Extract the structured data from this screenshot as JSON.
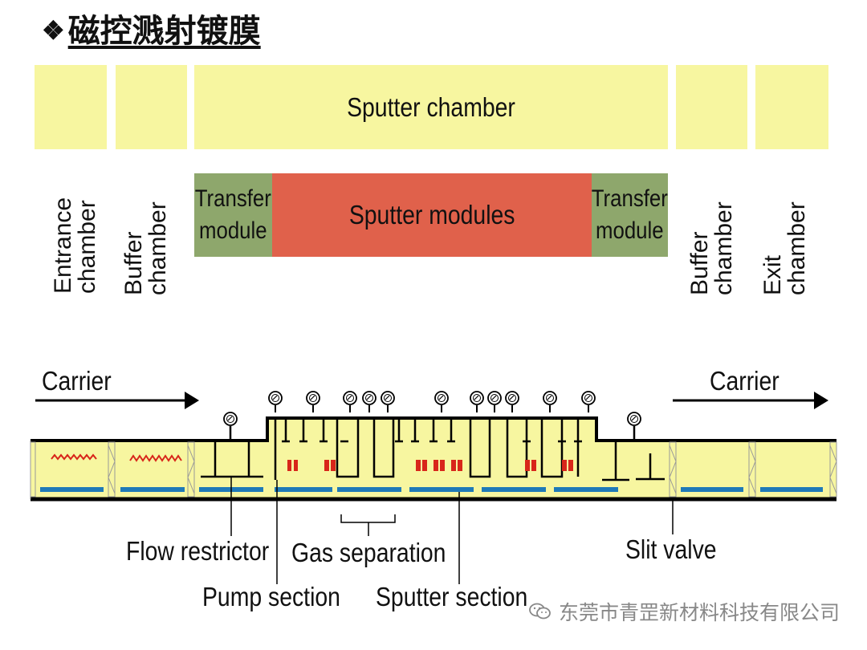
{
  "title": {
    "bullet": "❖",
    "text": "磁控溅射镀膜"
  },
  "top_diagram": {
    "sputter_chamber": "Sputter chamber",
    "transfer_module_left": [
      "Transfer",
      "module"
    ],
    "sputter_modules": "Sputter modules",
    "transfer_module_right": [
      "Transfer",
      "module"
    ],
    "side_labels": [
      {
        "line1": "Entrance",
        "line2": "chamber"
      },
      {
        "line1": "Buffer",
        "line2": "chamber"
      },
      {
        "line1": "Buffer",
        "line2": "chamber"
      },
      {
        "line1": "Exit",
        "line2": "chamber"
      }
    ]
  },
  "bottom_diagram": {
    "carrier_left": "Carrier",
    "carrier_right": "Carrier",
    "labels": {
      "flow_restrictor": "Flow restrictor",
      "gas_separation": "Gas separation",
      "slit_valve": "Slit valve",
      "pump_section": "Pump section",
      "sputter_section": "Sputter section"
    }
  },
  "watermark": "东莞市青罡新材料科技有限公司",
  "colors": {
    "chamber_fill": "#f7f6a0",
    "transfer_module": "#8ea76c",
    "sputter_modules": "#e0614b",
    "substrate_bar": "#1f7ab8",
    "target": "#d8261a",
    "heater": "#d8261a"
  }
}
